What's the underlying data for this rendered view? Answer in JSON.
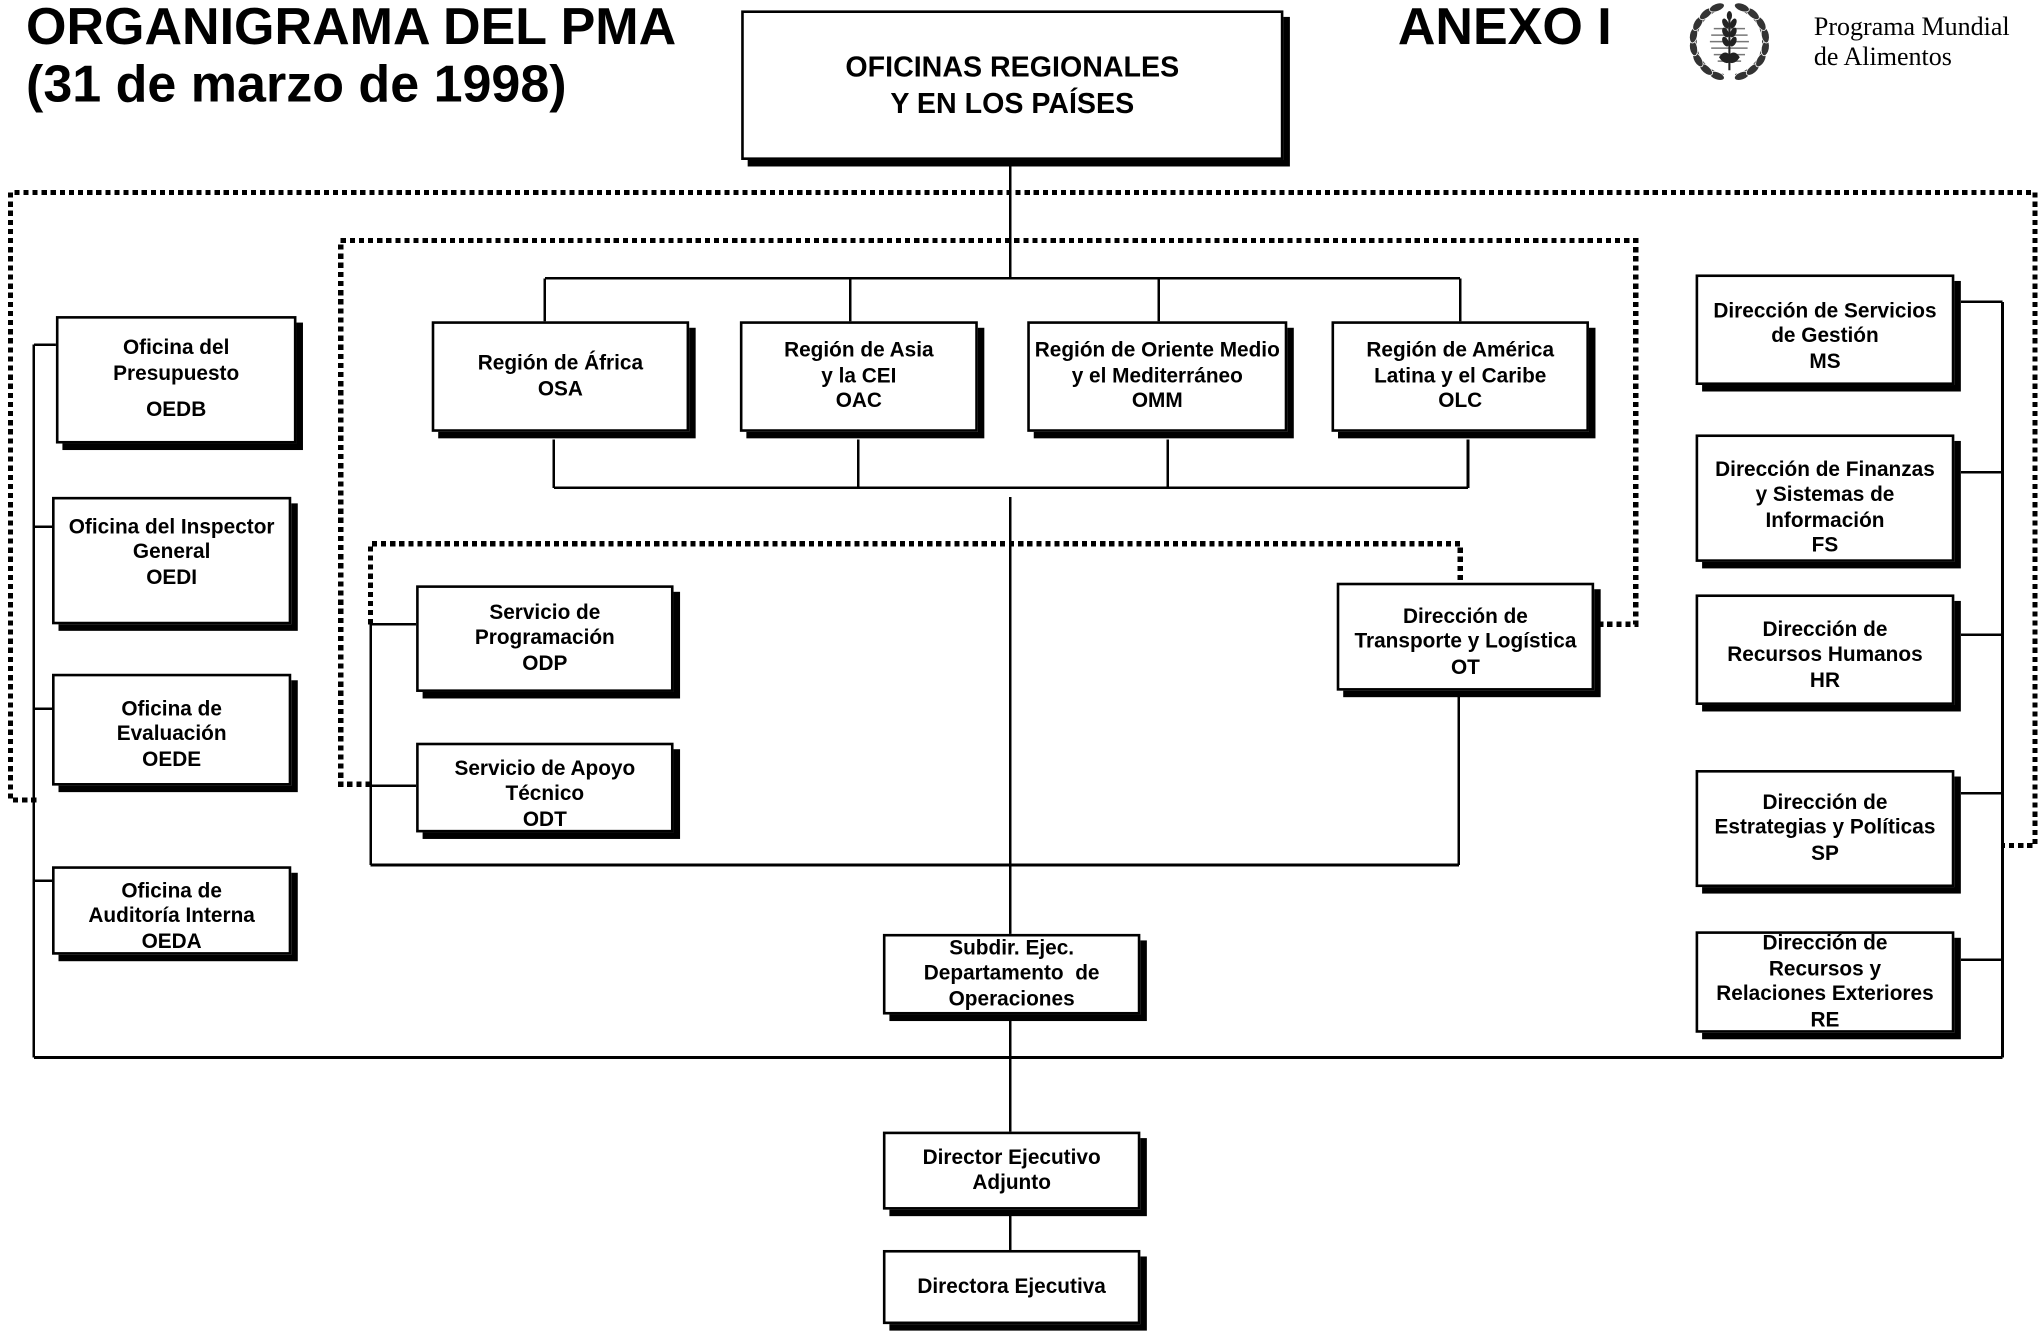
{
  "header": {
    "title_line1": "ORGANIGRAMA DEL PMA",
    "title_line2": "(31 de marzo de 1998)",
    "annex": "ANEXO I",
    "logo_icon": "wfp-wreath-emblem-icon",
    "org_name_line1": "Programa Mundial",
    "org_name_line2": "de Alimentos"
  },
  "top_office": {
    "lines": [
      "OFICINAS REGIONALES",
      "Y EN LOS PAÍSES"
    ]
  },
  "regions": [
    {
      "lines": [
        "Región de África",
        "OSA"
      ]
    },
    {
      "lines": [
        "Región de Asia",
        "y la CEI",
        "OAC"
      ]
    },
    {
      "lines": [
        "Región de Oriente Medio",
        "y el Mediterráneo",
        "OMM"
      ]
    },
    {
      "lines": [
        "Región de América",
        "Latina y el Caribe",
        "OLC"
      ]
    }
  ],
  "operations_units": [
    {
      "lines": [
        "Servicio de",
        "Programación",
        "ODP"
      ]
    },
    {
      "lines": [
        "Servicio de Apoyo",
        "Técnico",
        "ODT"
      ]
    },
    {
      "lines": [
        "Dirección de",
        "Transporte y Logística",
        "OT"
      ]
    }
  ],
  "offices": [
    {
      "lines": [
        "Oficina del",
        "Presupuesto",
        "OEDB"
      ]
    },
    {
      "lines": [
        "Oficina del Inspector",
        "General",
        "OEDI"
      ]
    },
    {
      "lines": [
        "Oficina de",
        "Evaluación",
        "OEDE"
      ]
    },
    {
      "lines": [
        "Oficina de",
        "Auditoría Interna",
        "OEDA"
      ]
    }
  ],
  "divisions": [
    {
      "lines": [
        "Dirección de Servicios",
        "de Gestión",
        "MS"
      ]
    },
    {
      "lines": [
        "Dirección de Finanzas",
        "y Sistemas de",
        "Información",
        "FS"
      ]
    },
    {
      "lines": [
        "Dirección de",
        "Recursos Humanos",
        "HR"
      ]
    },
    {
      "lines": [
        "Dirección de",
        "Estrategias y Políticas",
        "SP"
      ]
    },
    {
      "lines": [
        "Dirección de",
        "Recursos y",
        "Relaciones Exteriores",
        "RE"
      ]
    }
  ],
  "executive_chain": [
    {
      "lines": [
        "Subdir. Ejec.",
        "Departamento  de",
        "Operaciones"
      ]
    },
    {
      "lines": [
        "Director Ejecutivo",
        "Adjunto"
      ]
    },
    {
      "lines": [
        "Directora Ejecutiva"
      ]
    }
  ]
}
